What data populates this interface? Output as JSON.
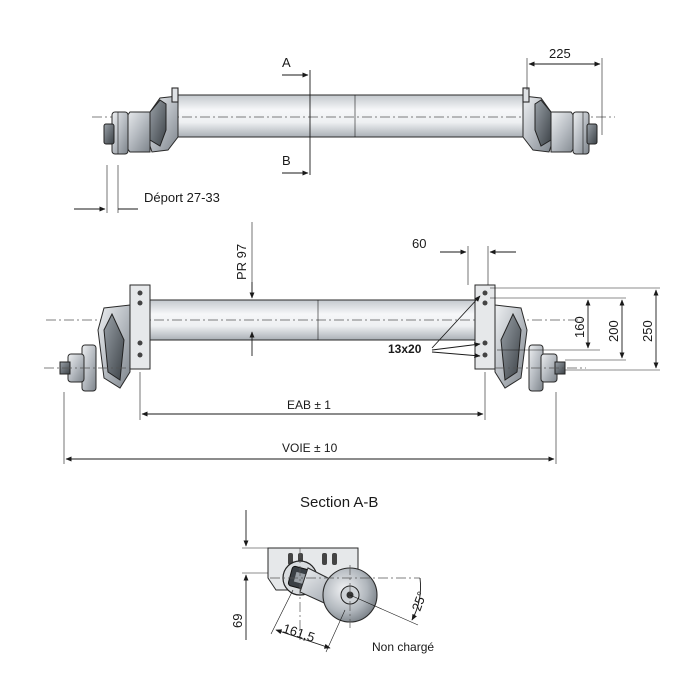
{
  "top_view": {
    "section_mark_a": "A",
    "section_mark_b": "B",
    "dim_right_offset": "225",
    "deport_label": "Déport 27-33"
  },
  "front_view": {
    "pr_label": "PR 97",
    "dim_60": "60",
    "dim_160": "160",
    "dim_200": "200",
    "dim_250": "250",
    "hole_label": "13x20",
    "eab_label": "EAB ± 1",
    "voie_label": "VOIE ± 10"
  },
  "section_view": {
    "title": "Section A-B",
    "dim_69": "69",
    "dim_161": "161,5",
    "angle_label": "25°",
    "status_label": "Non chargé"
  },
  "colors": {
    "line": "#1a1a1a",
    "tube_light": "#f4f6f8",
    "tube_shade": "#b9bec4"
  }
}
